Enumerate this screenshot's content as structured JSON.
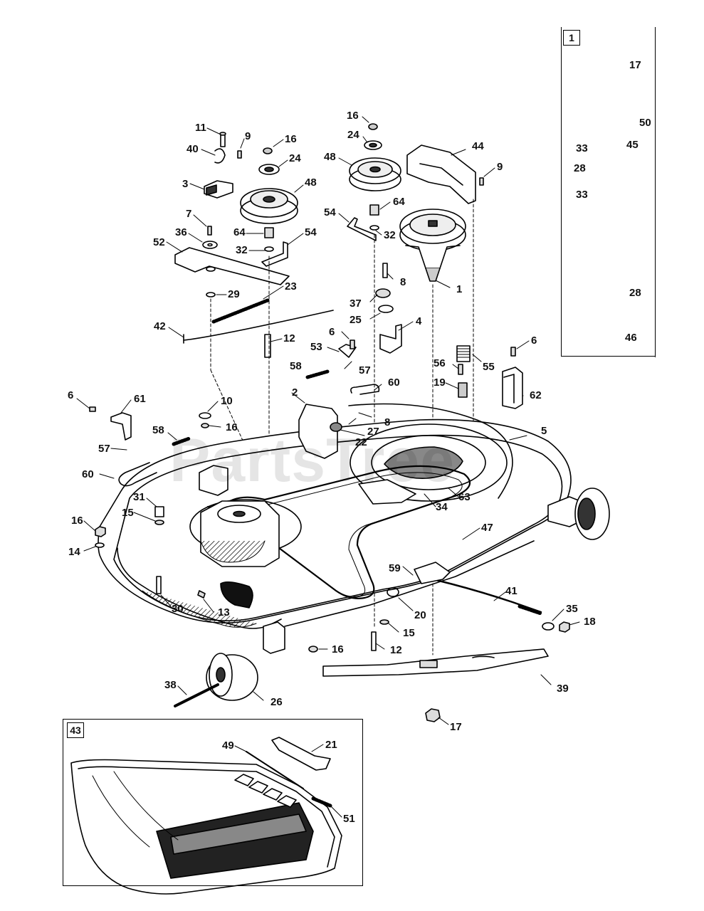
{
  "inset_top": {
    "number": "1"
  },
  "inset_bottom": {
    "number": "43"
  },
  "watermark": "PartsTree",
  "labels": [
    {
      "id": "l17a",
      "text": "17"
    },
    {
      "id": "l50",
      "text": "50"
    },
    {
      "id": "l45",
      "text": "45"
    },
    {
      "id": "l33a",
      "text": "33"
    },
    {
      "id": "l28a",
      "text": "28"
    },
    {
      "id": "l33b",
      "text": "33"
    },
    {
      "id": "l28b",
      "text": "28"
    },
    {
      "id": "l46",
      "text": "46"
    },
    {
      "id": "l11",
      "text": "11"
    },
    {
      "id": "l9a",
      "text": "9"
    },
    {
      "id": "l16a",
      "text": "16"
    },
    {
      "id": "l40",
      "text": "40"
    },
    {
      "id": "l24a",
      "text": "24"
    },
    {
      "id": "l3",
      "text": "3"
    },
    {
      "id": "l48a",
      "text": "48"
    },
    {
      "id": "l7",
      "text": "7"
    },
    {
      "id": "l36",
      "text": "36"
    },
    {
      "id": "l64a",
      "text": "64"
    },
    {
      "id": "l54a",
      "text": "54"
    },
    {
      "id": "l52",
      "text": "52"
    },
    {
      "id": "l32a",
      "text": "32"
    },
    {
      "id": "l29",
      "text": "29"
    },
    {
      "id": "l23",
      "text": "23"
    },
    {
      "id": "l42",
      "text": "42"
    },
    {
      "id": "l12a",
      "text": "12"
    },
    {
      "id": "l16b",
      "text": "16"
    },
    {
      "id": "l24b",
      "text": "24"
    },
    {
      "id": "l48b",
      "text": "48"
    },
    {
      "id": "l44",
      "text": "44"
    },
    {
      "id": "l9b",
      "text": "9"
    },
    {
      "id": "l64b",
      "text": "64"
    },
    {
      "id": "l54b",
      "text": "54"
    },
    {
      "id": "l32b",
      "text": "32"
    },
    {
      "id": "l8a",
      "text": "8"
    },
    {
      "id": "l1",
      "text": "1"
    },
    {
      "id": "l37",
      "text": "37"
    },
    {
      "id": "l25",
      "text": "25"
    },
    {
      "id": "l4",
      "text": "4"
    },
    {
      "id": "l6a",
      "text": "6"
    },
    {
      "id": "l53",
      "text": "53"
    },
    {
      "id": "l57a",
      "text": "57"
    },
    {
      "id": "l58a",
      "text": "58"
    },
    {
      "id": "l56",
      "text": "56"
    },
    {
      "id": "l55",
      "text": "55"
    },
    {
      "id": "l6b",
      "text": "6"
    },
    {
      "id": "l19",
      "text": "19"
    },
    {
      "id": "l62",
      "text": "62"
    },
    {
      "id": "l2",
      "text": "2"
    },
    {
      "id": "l60a",
      "text": "60"
    },
    {
      "id": "l8b",
      "text": "8"
    },
    {
      "id": "l27",
      "text": "27"
    },
    {
      "id": "l22",
      "text": "22"
    },
    {
      "id": "l5",
      "text": "5"
    },
    {
      "id": "l6c",
      "text": "6"
    },
    {
      "id": "l61",
      "text": "61"
    },
    {
      "id": "l10",
      "text": "10"
    },
    {
      "id": "l16c",
      "text": "16"
    },
    {
      "id": "l58b",
      "text": "58"
    },
    {
      "id": "l57b",
      "text": "57"
    },
    {
      "id": "l60b",
      "text": "60"
    },
    {
      "id": "l31",
      "text": "31"
    },
    {
      "id": "l15a",
      "text": "15"
    },
    {
      "id": "l16d",
      "text": "16"
    },
    {
      "id": "l14",
      "text": "14"
    },
    {
      "id": "l34",
      "text": "34"
    },
    {
      "id": "l63",
      "text": "63"
    },
    {
      "id": "l47",
      "text": "47"
    },
    {
      "id": "l59",
      "text": "59"
    },
    {
      "id": "l41",
      "text": "41"
    },
    {
      "id": "l20",
      "text": "20"
    },
    {
      "id": "l35",
      "text": "35"
    },
    {
      "id": "l18",
      "text": "18"
    },
    {
      "id": "l30",
      "text": "30"
    },
    {
      "id": "l13",
      "text": "13"
    },
    {
      "id": "l15b",
      "text": "15"
    },
    {
      "id": "l12b",
      "text": "12"
    },
    {
      "id": "l16e",
      "text": "16"
    },
    {
      "id": "l39",
      "text": "39"
    },
    {
      "id": "l38",
      "text": "38"
    },
    {
      "id": "l26",
      "text": "26"
    },
    {
      "id": "l17b",
      "text": "17"
    },
    {
      "id": "l49",
      "text": "49"
    },
    {
      "id": "l21",
      "text": "21"
    },
    {
      "id": "l51",
      "text": "51"
    }
  ]
}
